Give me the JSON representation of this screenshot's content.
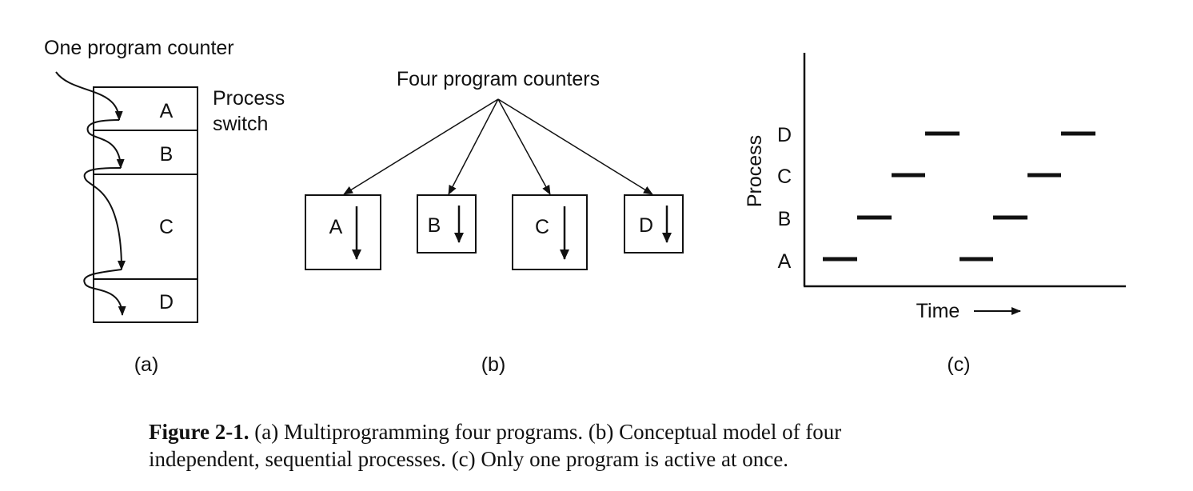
{
  "panel_a": {
    "pc_label": "One program counter",
    "switch_label_line1": "Process",
    "switch_label_line2": "switch",
    "segments": [
      "A",
      "B",
      "C",
      "D"
    ],
    "panel_label": "(a)"
  },
  "panel_b": {
    "pc_label": "Four program counters",
    "processes": [
      "A",
      "B",
      "C",
      "D"
    ],
    "panel_label": "(b)"
  },
  "panel_c": {
    "y_axis_label": "Process",
    "x_axis_label": "Time",
    "process_labels": [
      "A",
      "B",
      "C",
      "D"
    ],
    "panel_label": "(c)"
  },
  "caption": {
    "figure_label": "Figure 2-1.",
    "text_line1": " (a) Multiprogramming four programs.  (b) Conceptual model of four",
    "text_line2": "independent, sequential processes.  (c) Only one program is active at once."
  }
}
